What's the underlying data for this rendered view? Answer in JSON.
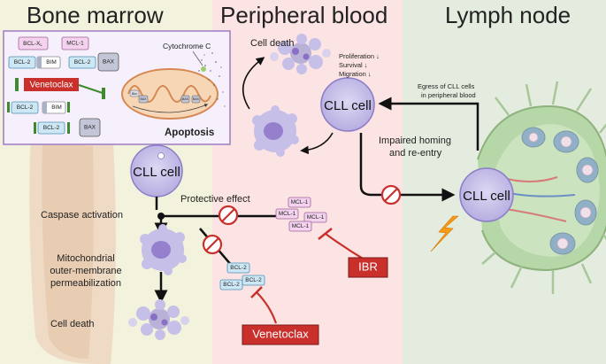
{
  "regions": {
    "bone_marrow": "Bone marrow",
    "peripheral_blood": "Peripheral blood",
    "lymph_node": "Lymph node"
  },
  "colors": {
    "bone_marrow_bg": "#f3f2dc",
    "peripheral_blood_bg": "#fbe4e3",
    "lymph_node_bg": "#e3ecdf",
    "inset_border": "#9b7cc4",
    "cell_fill": "#c6bfe8",
    "cell_nucleus": "#8a6fc6",
    "drug_red": "#c9302c",
    "inhibitor_green": "#3e8a2c",
    "mcl_fill": "#f3d3ee",
    "bcl2_fill": "#cde7f5",
    "bax_fill": "#c2c6d6"
  },
  "inset": {
    "cytochrome": "Cytochrome C",
    "apoptosis": "Apoptosis",
    "venetoclax": "Venetoclax",
    "bcl_xl_main": "BCL-X",
    "bcl_xl_sub": "L",
    "mcl1": "MCL-1",
    "bcl2": "BCL-2",
    "bim": "BIM",
    "bax": "BAX",
    "mito_bim": "Bim",
    "mito_bax": "BAX"
  },
  "cells": {
    "bm_cell": "CLL cell",
    "pb_cell": "CLL cell",
    "ln_cell": "CLL cell"
  },
  "labels": {
    "protective": "Protective effect",
    "caspase": "Caspase activation",
    "momp": [
      "Mitochondrial",
      "outer-membrane",
      "permeabilization"
    ],
    "bm_death": "Cell death",
    "pb_death": "Cell death",
    "effects": [
      "Proliferation ↓",
      "Survival ↓",
      "Migration ↓"
    ],
    "egress": [
      "Egress of CLL cells",
      "in peripheral blood"
    ],
    "homing": [
      "Impaired homing",
      "and re-entry"
    ]
  },
  "proteins": {
    "mcl": [
      "MCL-1",
      "MCL-1",
      "MCL-1",
      "MCL-1"
    ],
    "bcl": [
      "BCL-2",
      "BCL-2",
      "BCL-2"
    ]
  },
  "drugs": {
    "ibr": "IBR",
    "venetoclax": "Venetoclax"
  }
}
